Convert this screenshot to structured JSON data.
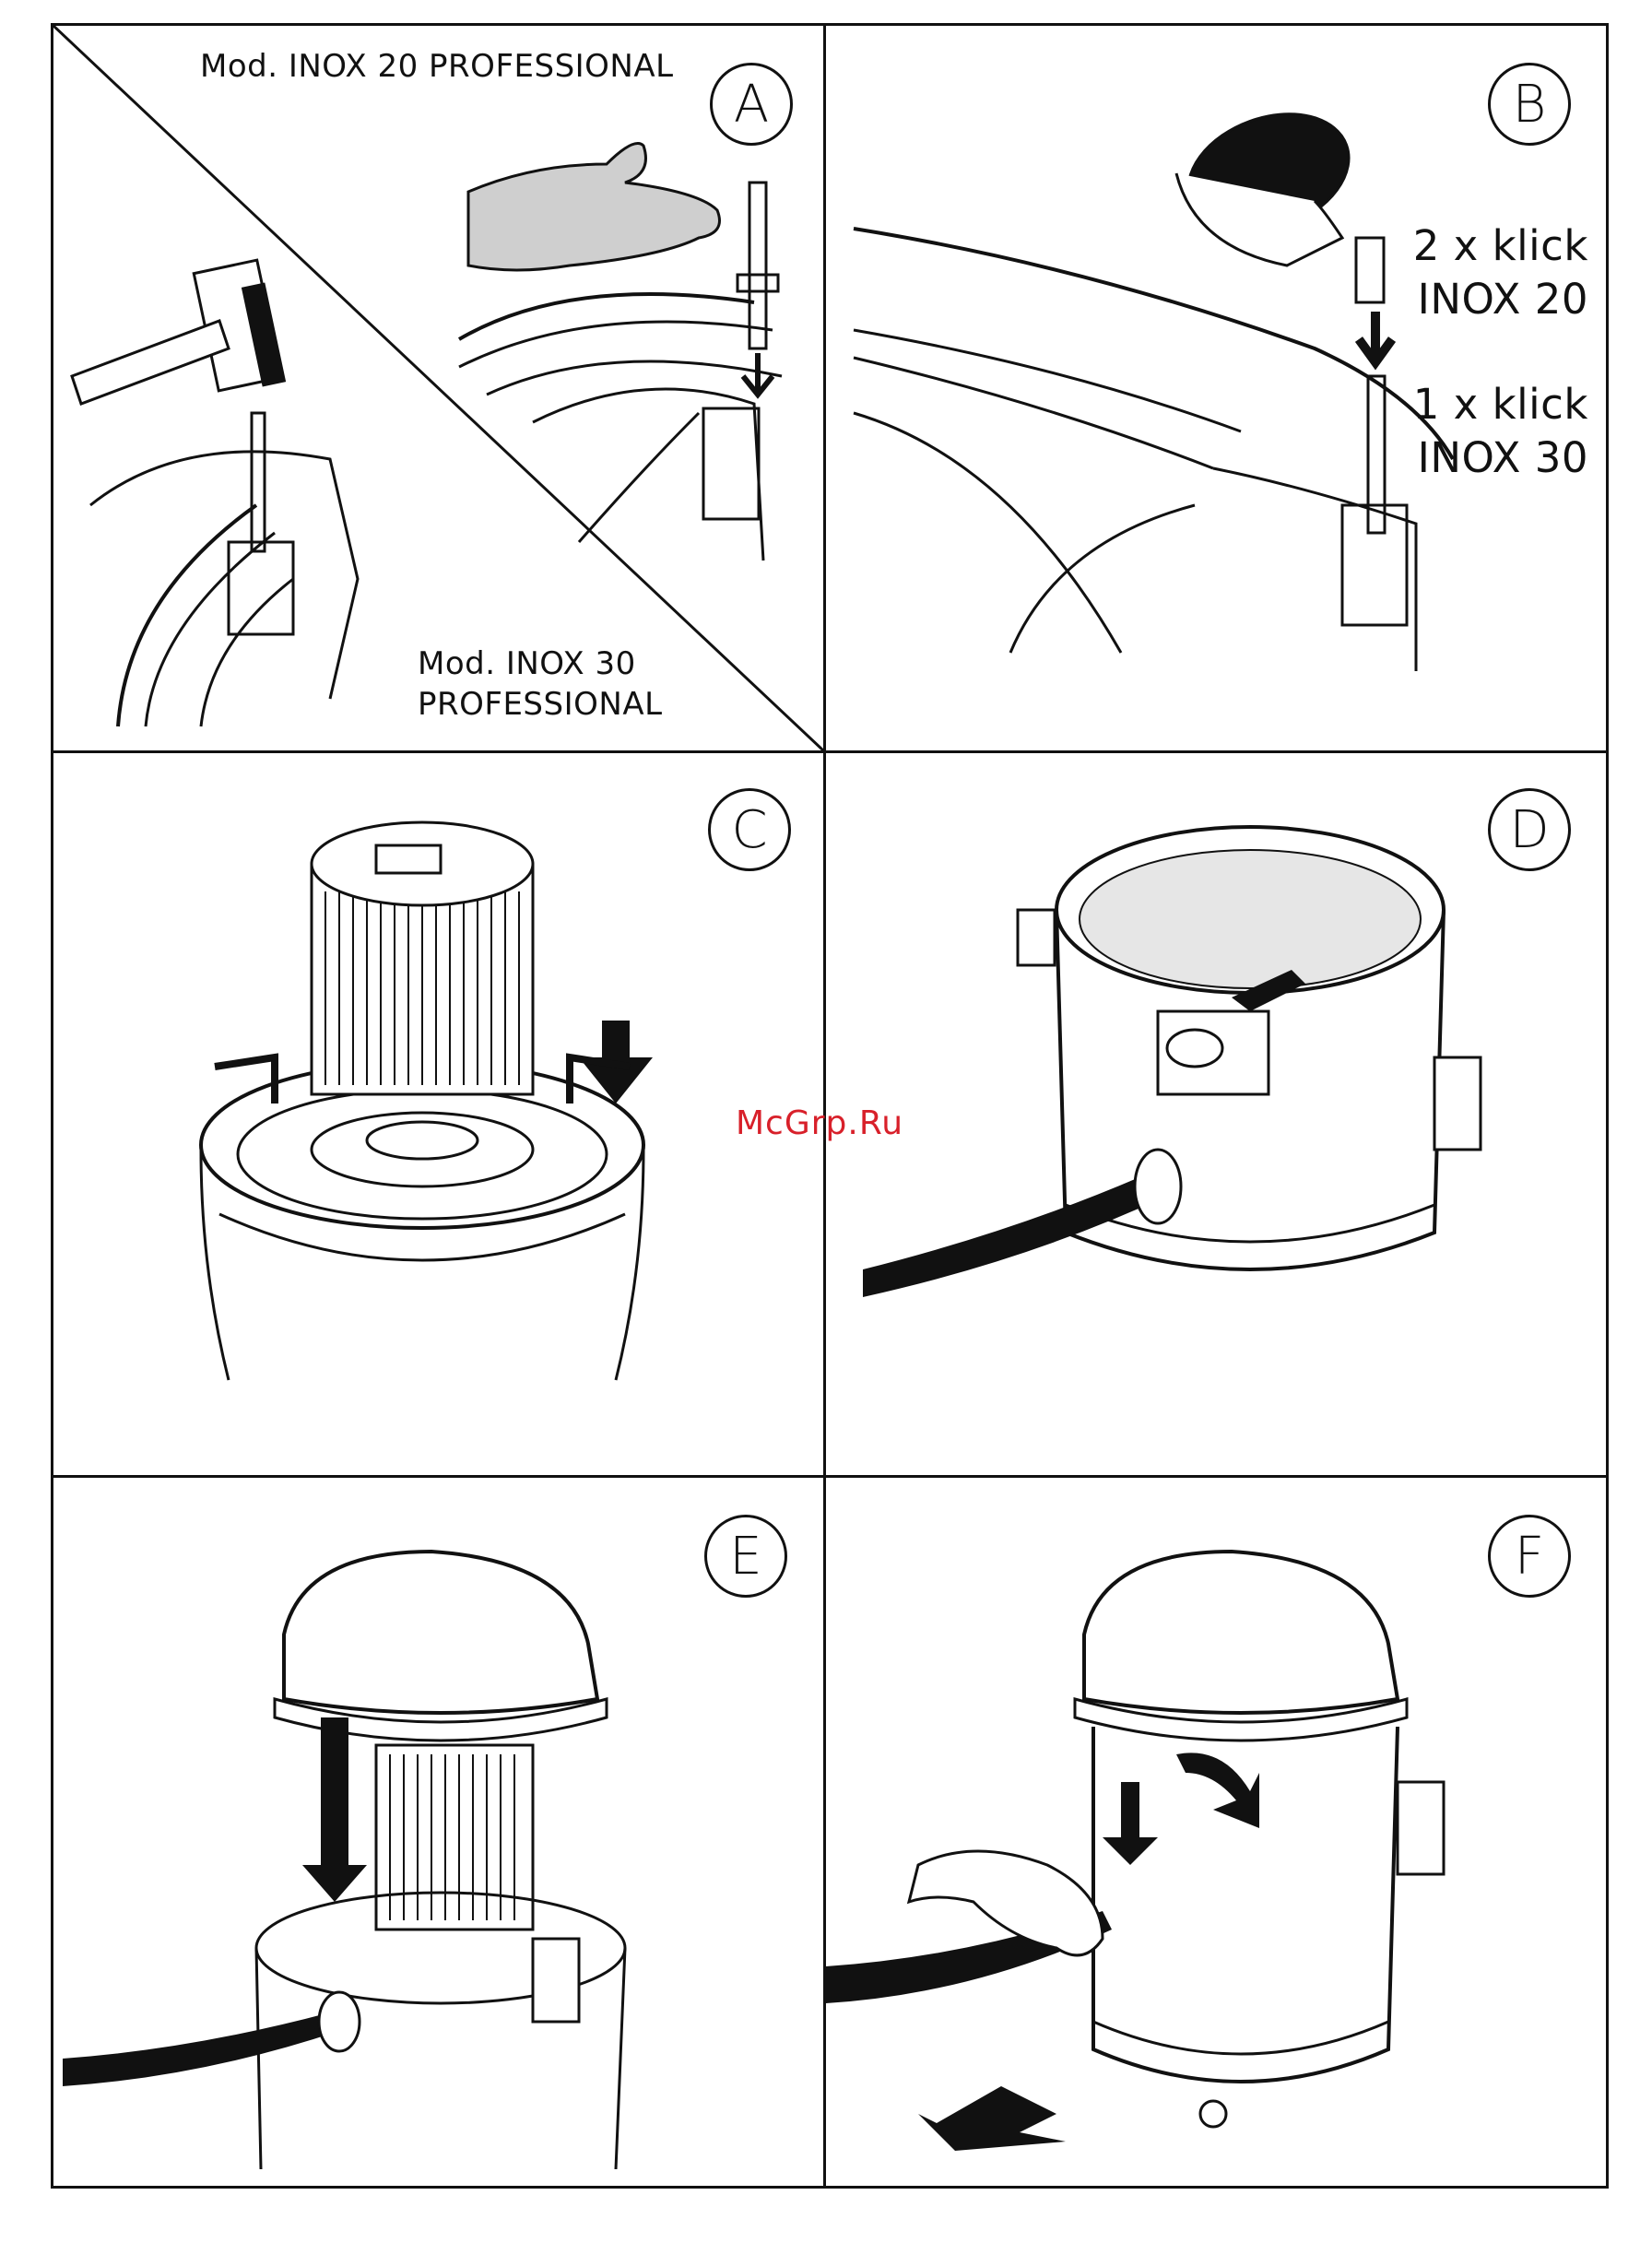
{
  "panels": {
    "a": {
      "step": "A",
      "model_top": "Mod. INOX 20 PROFESSIONAL",
      "model_bottom_line1": "Mod. INOX 30",
      "model_bottom_line2": "PROFESSIONAL"
    },
    "b": {
      "step": "B",
      "line1": "2 x klick",
      "line2": "INOX 20",
      "line3": "1 x klick",
      "line4": "INOX 30"
    },
    "c": {
      "step": "C"
    },
    "d": {
      "step": "D"
    },
    "e": {
      "step": "E"
    },
    "f": {
      "step": "F"
    }
  },
  "watermark": "McGrp.Ru",
  "colors": {
    "ink": "#111111",
    "watermark": "#d8202a"
  }
}
